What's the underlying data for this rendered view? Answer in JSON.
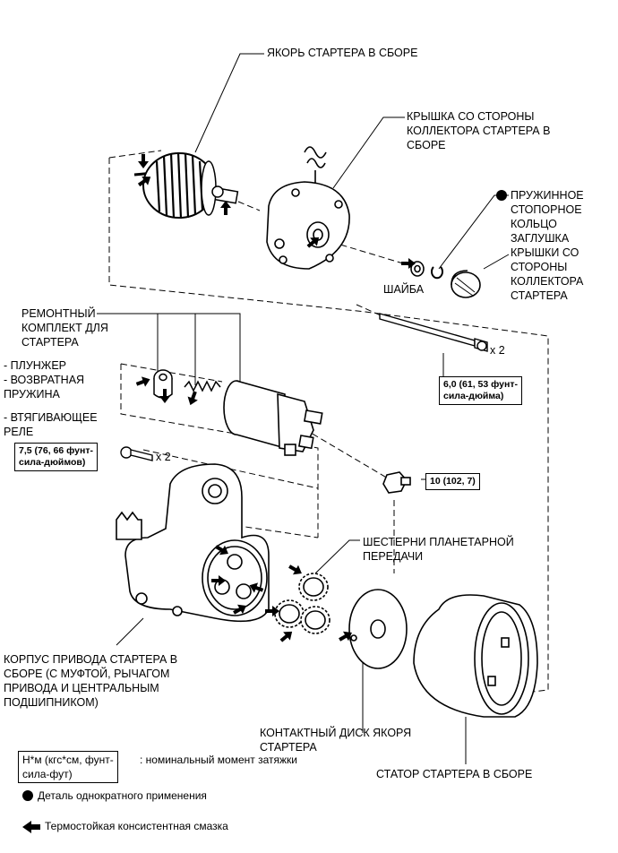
{
  "labels": {
    "armature": "ЯКОРЬ СТАРТЕРА В СБОРЕ",
    "commutator_cover": "КРЫШКА СО СТОРОНЫ\nКОЛЛЕКТОРА СТАРТЕРА В\nСБОРЕ",
    "spring_ring": "ПРУЖИННОЕ\nСТОПОРНОЕ\nКОЛЬЦО",
    "end_plug": "ЗАГЛУШКА\nКРЫШКИ СО\nСТОРОНЫ\nКОЛЛЕКТОРА\nСТАРТЕРА",
    "washer": "ШАЙБА",
    "repair_kit": "РЕМОНТНЫЙ\nКОМПЛЕКТ ДЛЯ\nСТАРТЕРА",
    "plunger": "- ПЛУНЖЕР",
    "return_spring": "- ВОЗВРАТНАЯ\nПРУЖИНА",
    "relay": "- ВТЯГИВАЮЩЕЕ\nРЕЛЕ",
    "planetary_gears": "ШЕСТЕРНИ ПЛАНЕТАРНОЙ\nПЕРЕДАЧИ",
    "drive_housing": "КОРПУС ПРИВОДА СТАРТЕРА В\nСБОРЕ (С МУФТОЙ, РЫЧАГОМ\nПРИВОДА И ЦЕНТРАЛЬНЫМ\nПОДШИПНИКОМ)",
    "contact_disc": "КОНТАКТНЫЙ ДИСК ЯКОРЯ\nСТАРТЕРА",
    "stator": "СТАТОР СТАРТЕРА В СБОРЕ"
  },
  "torques": {
    "bolt_through": "6,0 (61, 53 фунт-\nсила-дюйма)",
    "bolt_relay": "7,5 (76, 66 фунт-\nсила-дюймов)",
    "nut": "10 (102, 7)"
  },
  "multipliers": {
    "through_bolt": "x 2",
    "relay_bolt": "x 2"
  },
  "legend": {
    "unit_box": "Н*м (кгс*см, фунт-\nсила-фут)",
    "unit_desc": ": номинальный момент затяжки",
    "single_use": "Деталь однократного применения",
    "grease": "Термостойкая консистентная смазка"
  }
}
